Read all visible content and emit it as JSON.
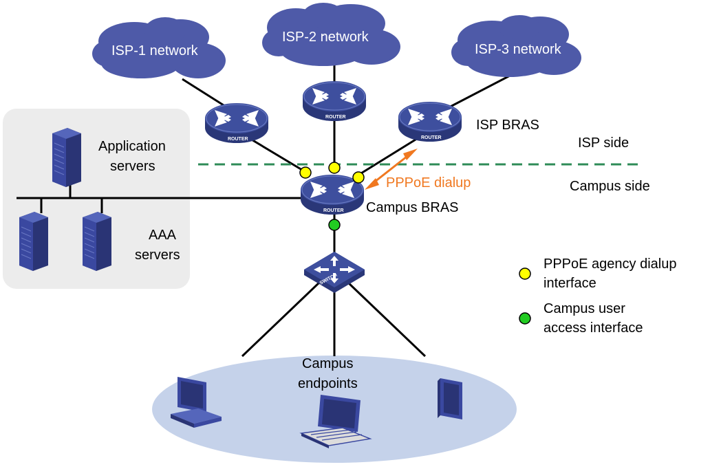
{
  "clouds": {
    "isp1": "ISP-1 network",
    "isp2": "ISP-2 network",
    "isp3": "ISP-3 network"
  },
  "labels": {
    "isp_bras": "ISP BRAS",
    "isp_side": "ISP side",
    "campus_side": "Campus side",
    "pppoe_dialup": "PPPoE dialup",
    "campus_bras": "Campus BRAS",
    "application_servers_line1": "Application",
    "application_servers_line2": "servers",
    "aaa_servers_line1": "AAA",
    "aaa_servers_line2": "servers",
    "campus_endpoints_line1": "Campus",
    "campus_endpoints_line2": "endpoints"
  },
  "device_labels": {
    "router": "ROUTER",
    "switch": "SWITCH"
  },
  "legend": {
    "yellow_line1": "PPPoE agency dialup",
    "yellow_line2": "interface",
    "green_line1": "Campus user",
    "green_line2": "access interface"
  },
  "colors": {
    "cloud": "#4e5aa8",
    "router_top": "#3e4f9e",
    "router_side": "#2a3778",
    "server_panel": "#ececec",
    "campus_ellipse": "#c5d2ea",
    "divider": "#2e8b57",
    "pppoe_arrow": "#f07820",
    "yellow_dot": "#ffff00",
    "green_dot": "#22cc22"
  },
  "icons": {
    "router": "router-icon",
    "switch": "switch-icon",
    "server": "server-icon",
    "desktop": "desktop-pc-icon",
    "laptop": "laptop-icon",
    "tablet": "tablet-icon"
  }
}
